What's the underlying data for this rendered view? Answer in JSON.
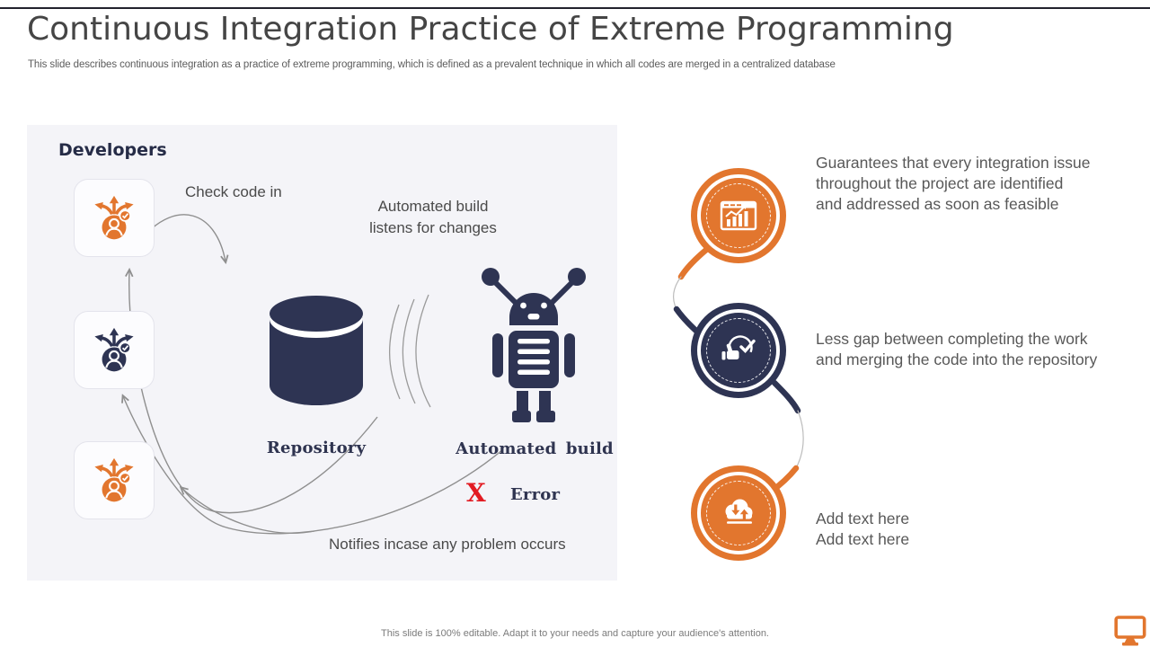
{
  "header": {
    "title": "Continuous Integration Practice of Extreme Programming",
    "subtitle": "This slide describes continuous integration as a practice of extreme programming, which is defined as a prevalent technique in which all codes are merged in a centralized database"
  },
  "diagram": {
    "heading": "Developers",
    "check_code_in": "Check code in",
    "build_listens": "Automated build\nlistens for changes",
    "repository_label": "Repository",
    "automated_build_label": "Automated build",
    "error_mark": "X",
    "error_label": "Error",
    "notifies": "Notifies incase any problem occurs",
    "developer_icons": [
      {
        "icon": "developer-branch-icon",
        "color": "#e2762e"
      },
      {
        "icon": "developer-branch-icon",
        "color": "#2e3453"
      },
      {
        "icon": "developer-branch-icon",
        "color": "#e2762e"
      }
    ],
    "repository_icon": "database-cylinder-icon",
    "build_icon": "robot-icon",
    "error_icon": "x-mark-icon"
  },
  "milestones": [
    {
      "icon": "bar-chart-window-icon",
      "color": "#e2762e",
      "text": "Guarantees that every integration issue\nthroughout the project are identified\nand addressed as soon as feasible"
    },
    {
      "icon": "thumbs-up-check-icon",
      "color": "#2e3453",
      "text": "Less gap between completing the work\nand merging the code into the repository"
    },
    {
      "icon": "cloud-transfer-icon",
      "color": "#e2762e",
      "text": "Add text here\nAdd text here"
    }
  ],
  "footer": {
    "note": "This slide is 100% editable. Adapt it to your needs and capture your audience's attention.",
    "icon": "monitor-icon"
  },
  "colors": {
    "accent_orange": "#e2762e",
    "navy": "#2e3453",
    "error_red": "#e21b22",
    "panel_bg": "#f4f4f8",
    "text_gray": "#585858"
  }
}
